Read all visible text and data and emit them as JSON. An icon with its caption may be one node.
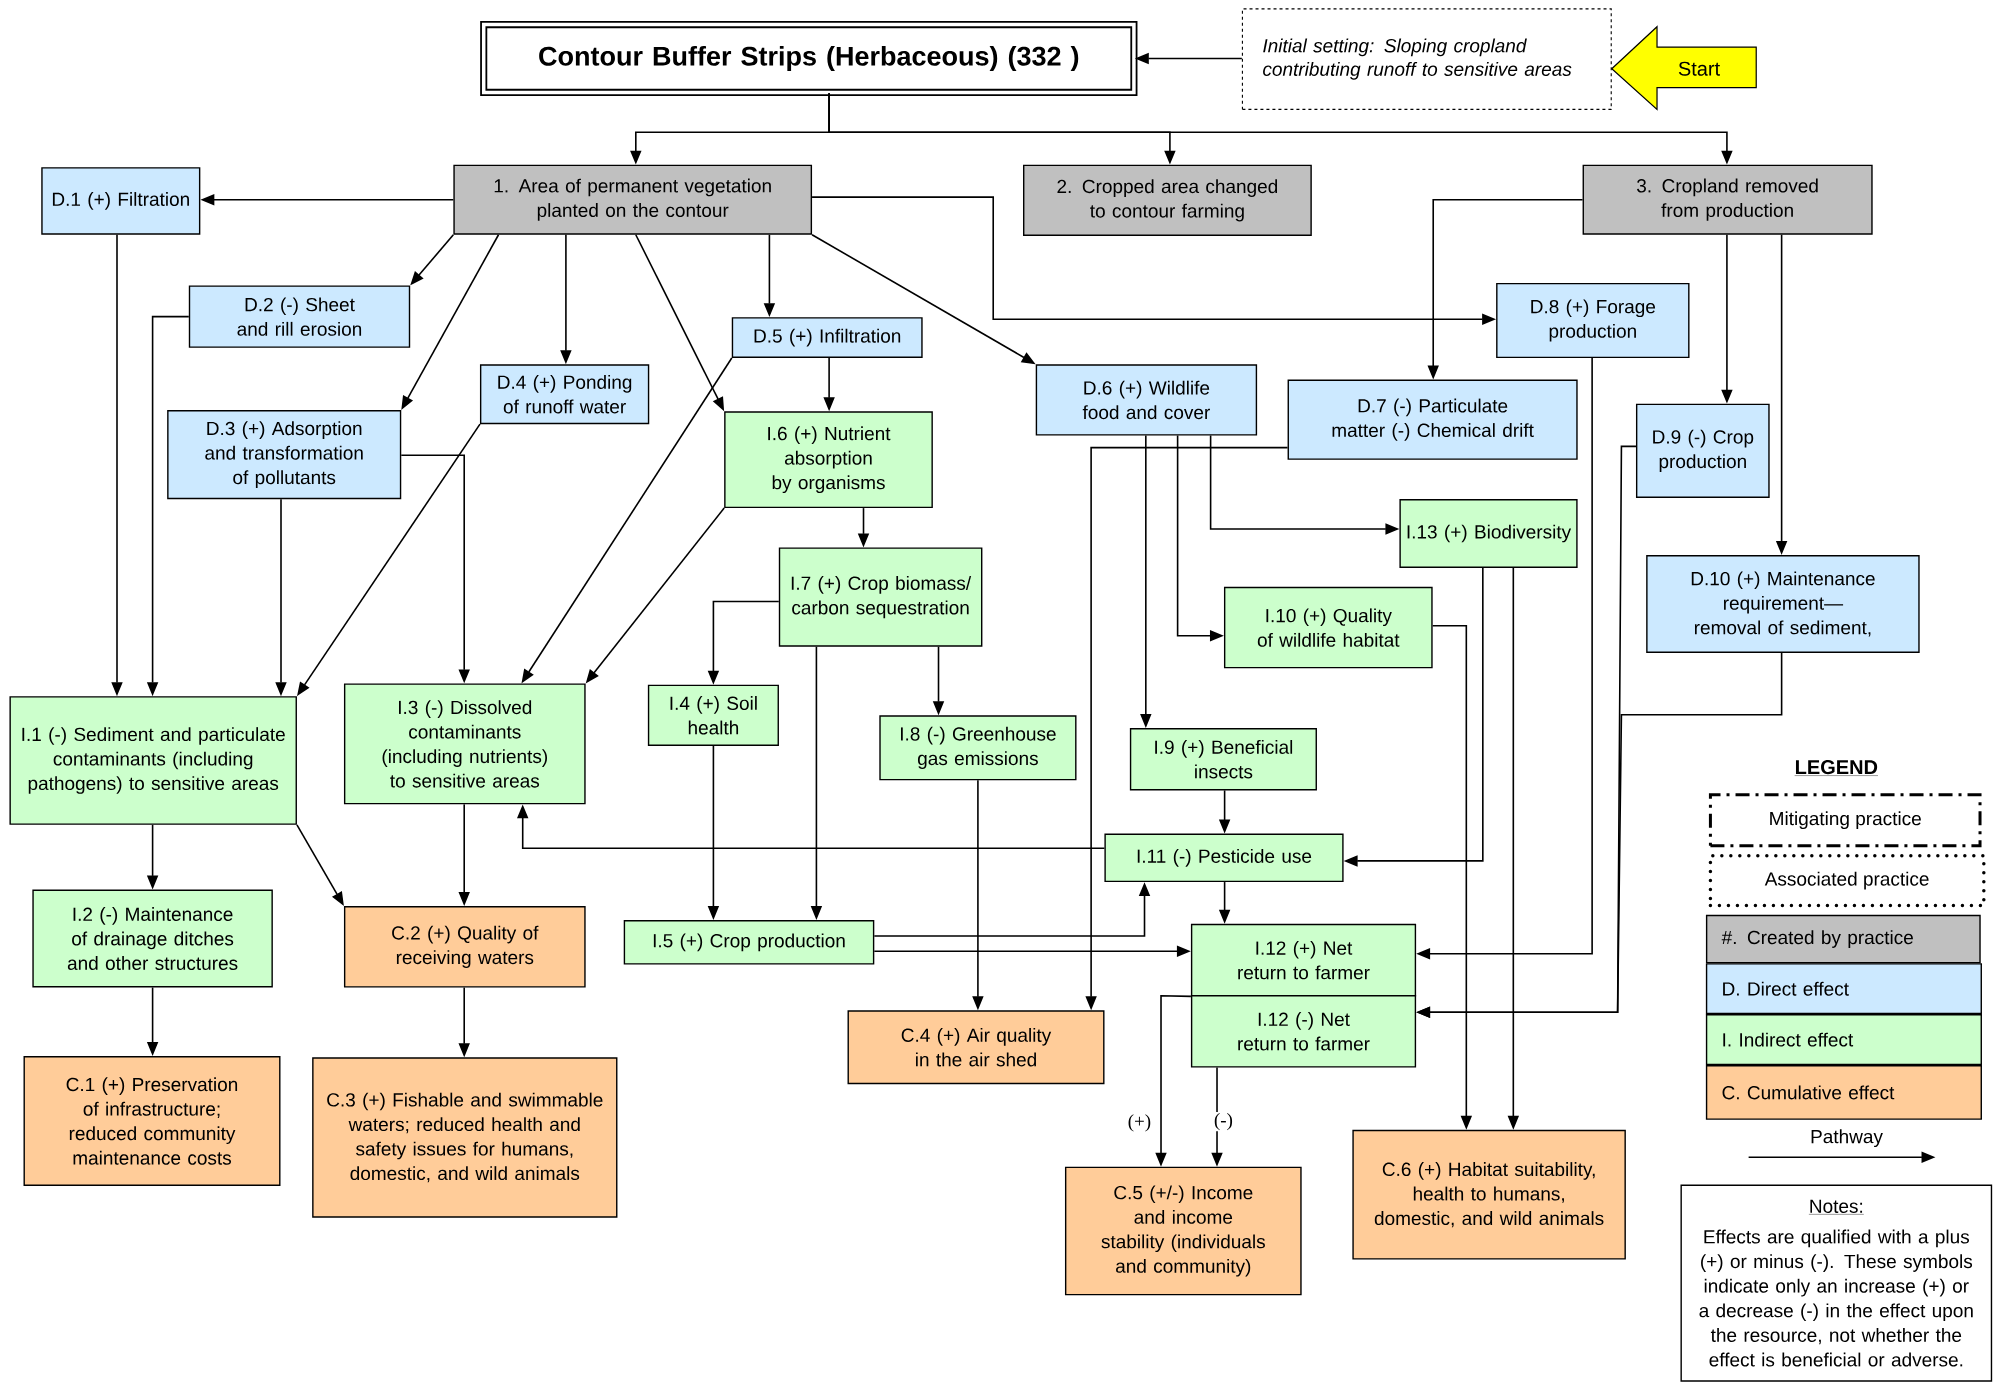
{
  "diagram": {
    "nodes": [
      {
        "text": [
          "Contour Buffer Strips (Herbaceous) (332 )"
        ]
      },
      {
        "text": [
          "Initial setting: Sloping cropland contributing runoff to sensitive areas"
        ]
      },
      {
        "text": [
          "1. Area of permanent vegetation planted on the contour"
        ]
      },
      {
        "text": [
          "2. Cropped area changed to contour farming"
        ]
      },
      {
        "text": [
          "3. Cropland removed from production"
        ]
      },
      {
        "text": [
          "D.1 (+) Filtration"
        ]
      },
      {
        "text": [
          "D.2 (-) Sheet and rill erosion"
        ]
      },
      {
        "text": [
          "D.3 (+) Adsorption and transformation of pollutants"
        ]
      },
      {
        "text": [
          "D.4 (+) Ponding of runoff water"
        ]
      },
      {
        "text": [
          "D.5 (+) Infiltration"
        ]
      },
      {
        "text": [
          "D.6 (+) Wildlife food and cover"
        ]
      },
      {
        "text": [
          "D.7 (-) Particulate matter (-) Chemical drift"
        ]
      },
      {
        "text": [
          "D.8 (+) Forage production"
        ]
      },
      {
        "text": [
          "D.9 (-) Crop production"
        ]
      },
      {
        "text": [
          "D.10 (+) Maintenance requirement—removal of sediment,"
        ]
      },
      {
        "text": [
          "I.1 (-) Sediment and particulate contaminants (including pathogens) to sensitive areas"
        ]
      },
      {
        "text": [
          "I.3 (-) Dissolved contaminants (including nutrients) to sensitive areas"
        ]
      },
      {
        "text": [
          "I.6 (+) Nutrient absorption by organisms"
        ]
      },
      {
        "text": [
          "I.7 (+) Crop biomass/ carbon sequestration"
        ]
      },
      {
        "text": [
          "I.4 (+) Soil health"
        ]
      },
      {
        "text": [
          "I.8 (-) Greenhouse gas emissions"
        ]
      },
      {
        "text": [
          "I.13 (+) Biodiversity"
        ]
      },
      {
        "text": [
          "I.10 (+) Quality of wildlife habitat"
        ]
      },
      {
        "text": [
          "I.9 (+) Beneficial insects"
        ]
      },
      {
        "text": [
          "I.11 (-) Pesticide use"
        ]
      },
      {
        "text": [
          "I.2 (-) Maintenance of drainage ditches and other structures"
        ]
      },
      {
        "text": [
          "C.2 (+) Quality of receiving waters"
        ]
      },
      {
        "text": [
          "I.5 (+) Crop production"
        ]
      },
      {
        "text": [
          "I.12 (+) Net return to farmer"
        ]
      },
      {
        "text": [
          "I.12 (-) Net return to farmer"
        ]
      },
      {
        "text": [
          "C.1 (+) Preservation of infrastructure; reduced community maintenance costs"
        ]
      },
      {
        "text": [
          "C.3 (+) Fishable and swimmable waters; reduced health and safety issues for humans, domestic, and wild animals"
        ]
      },
      {
        "text": [
          "C.4 (+) Air quality in the air shed"
        ]
      },
      {
        "text": [
          "C.5 (+/-) Income and income stability (individuals and community)"
        ]
      },
      {
        "text": [
          "C.6 (+) Habitat suitability, health to humans, domestic, and wild animals"
        ]
      },
      {
        "text": [
          "Notes:",
          "Effects are qualified with a plus (+) or minus (-).  These symbols indicate only an increase (+) or a decrease (-) in the effect upon the resource, not whether the effect is beneficial or adverse."
        ]
      }
    ],
    "edges": [
      {
        "from": 1,
        "to": 0,
        "arrow": "to"
      },
      {
        "from": 0,
        "to": 2,
        "arrow": "to"
      },
      {
        "from": 0,
        "to": 3,
        "arrow": "to"
      },
      {
        "from": 0,
        "to": 4,
        "arrow": "to"
      },
      {
        "from": 2,
        "to": 5,
        "arrow": "to"
      },
      {
        "from": 2,
        "to": 6,
        "arrow": "to"
      },
      {
        "from": 2,
        "to": 7,
        "arrow": "to"
      },
      {
        "from": 2,
        "to": 8,
        "arrow": "to"
      },
      {
        "from": 2,
        "to": 17,
        "arrow": "to"
      },
      {
        "from": 2,
        "to": 9,
        "arrow": "to"
      },
      {
        "from": 2,
        "to": 10,
        "arrow": "to"
      },
      {
        "from": 2,
        "to": 12,
        "arrow": "to"
      },
      {
        "from": 4,
        "to": 11,
        "arrow": "to"
      },
      {
        "from": 4,
        "to": 13,
        "arrow": "to"
      },
      {
        "from": 4,
        "to": 14,
        "arrow": "to"
      },
      {
        "from": 5,
        "to": 15,
        "arrow": "to"
      },
      {
        "from": 6,
        "to": 15,
        "arrow": "to"
      },
      {
        "from": 7,
        "to": 15,
        "arrow": "to"
      },
      {
        "from": 8,
        "to": 15,
        "arrow": "to"
      },
      {
        "from": 7,
        "to": 16,
        "arrow": "to"
      },
      {
        "from": 9,
        "to": 16,
        "arrow": "to"
      },
      {
        "from": 17,
        "to": 16,
        "arrow": "to"
      },
      {
        "from": 9,
        "to": 17,
        "arrow": "to"
      },
      {
        "from": 17,
        "to": 18,
        "arrow": "to"
      },
      {
        "from": 18,
        "to": 19,
        "arrow": "to"
      },
      {
        "from": 18,
        "to": 27,
        "arrow": "to"
      },
      {
        "from": 18,
        "to": 20,
        "arrow": "to"
      },
      {
        "from": 11,
        "to": 32,
        "arrow": "to"
      },
      {
        "from": 10,
        "to": 23,
        "arrow": "to"
      },
      {
        "from": 10,
        "to": 22,
        "arrow": "to"
      },
      {
        "from": 10,
        "to": 21,
        "arrow": "to"
      },
      {
        "from": 20,
        "to": 32,
        "arrow": "to"
      },
      {
        "from": 23,
        "to": 24,
        "arrow": "to"
      },
      {
        "from": 24,
        "to": 16,
        "arrow": "to"
      },
      {
        "from": 21,
        "to": 24,
        "arrow": "to"
      },
      {
        "from": 21,
        "to": 34,
        "arrow": "to"
      },
      {
        "from": 22,
        "to": 34,
        "arrow": "to"
      },
      {
        "from": 12,
        "to": 28,
        "arrow": "to"
      },
      {
        "from": 13,
        "to": 29,
        "arrow": "to"
      },
      {
        "from": 14,
        "to": 29,
        "arrow": "to"
      },
      {
        "from": 27,
        "to": 24,
        "arrow": "to"
      },
      {
        "from": 27,
        "to": 28,
        "arrow": "to"
      },
      {
        "from": 24,
        "to": 28,
        "arrow": "to"
      },
      {
        "from": 19,
        "to": 27,
        "arrow": "to"
      },
      {
        "from": 15,
        "to": 25,
        "arrow": "to"
      },
      {
        "from": 15,
        "to": 26,
        "arrow": "to"
      },
      {
        "from": 16,
        "to": 26,
        "arrow": "to"
      },
      {
        "from": 25,
        "to": 30,
        "arrow": "to"
      },
      {
        "from": 26,
        "to": 31,
        "arrow": "to"
      },
      {
        "from": 28,
        "to": 33,
        "arrow": "to",
        "label": "(+)"
      },
      {
        "from": 29,
        "to": 33,
        "arrow": "to",
        "label": "(-)"
      },
      {
        "from": null,
        "to": 1,
        "arrow": "to",
        "label": "Start"
      }
    ],
    "labels": [
      "LEGEND"
    ],
    "legend": [
      {
        "text": "Mitigating practice"
      },
      {
        "text": "Associated practice"
      },
      {
        "text": "#. Created by practice",
        "color": "#c0c0c0"
      },
      {
        "text": "D. Direct effect",
        "color": "#cce9ff"
      },
      {
        "text": "I. Indirect effect",
        "color": "#ccffcc"
      },
      {
        "text": "C. Cumulative effect",
        "color": "#ffcc99"
      },
      {
        "text": "Pathway"
      }
    ]
  }
}
